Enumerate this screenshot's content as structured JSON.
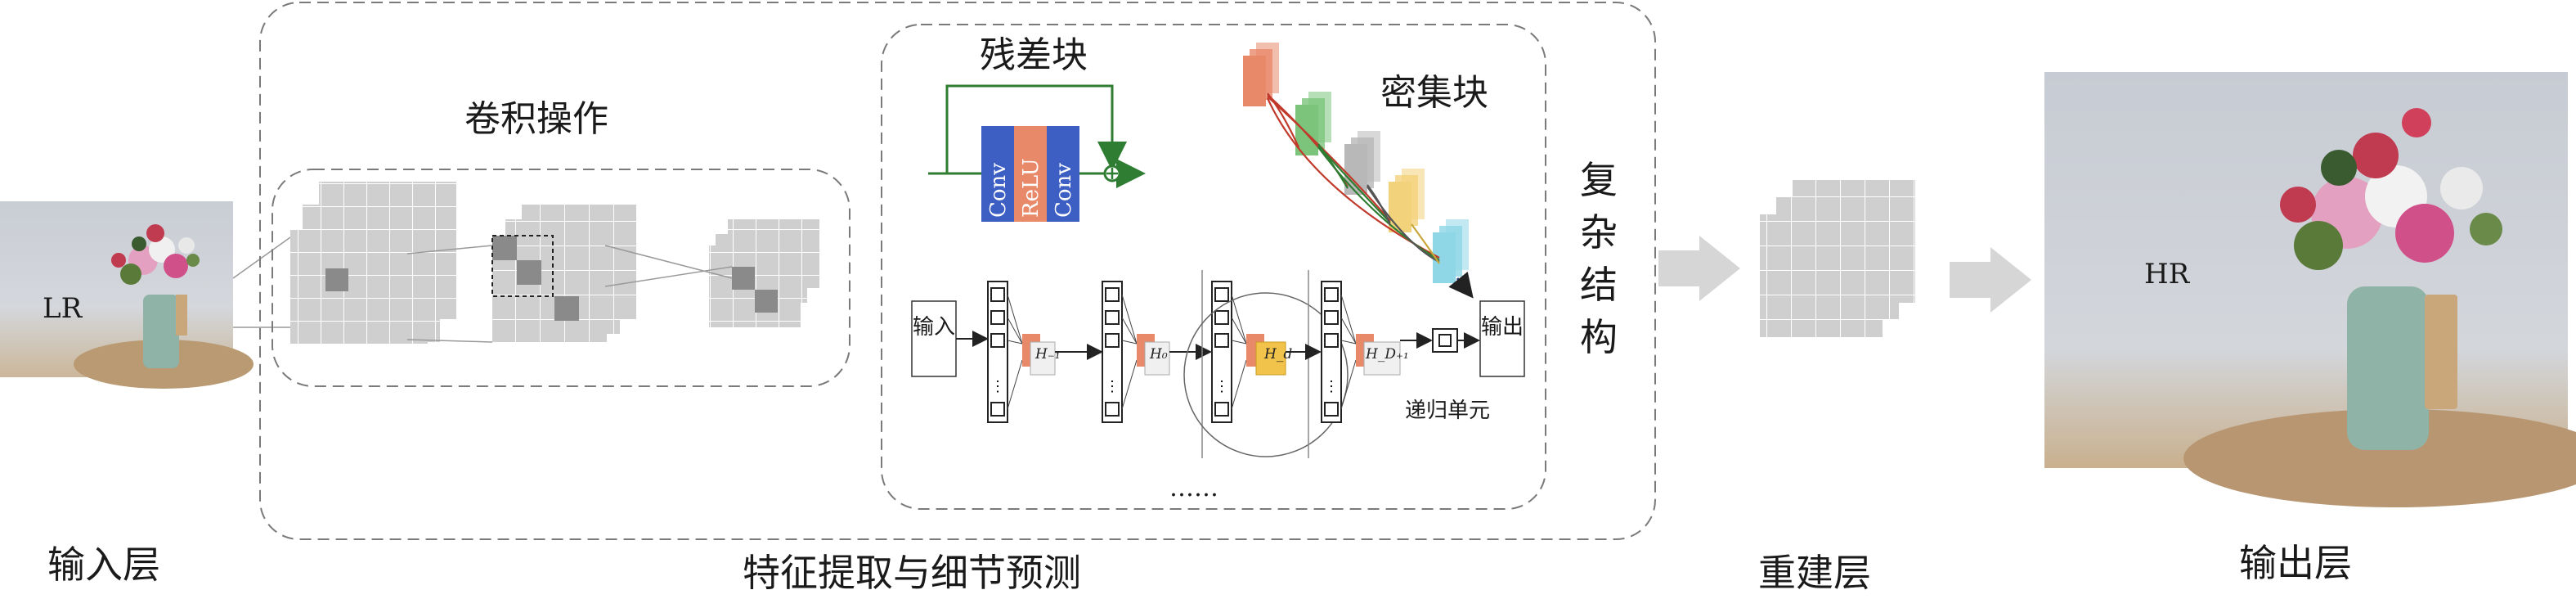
{
  "stages": {
    "input": "输入层",
    "feature": "特征提取与细节预测",
    "recon": "重建层",
    "output": "输出层"
  },
  "images": {
    "lr_label": "LR",
    "hr_label": "HR"
  },
  "conv_section": {
    "title": "卷积操作"
  },
  "residual": {
    "title": "残差块",
    "layers": [
      "Conv",
      "ReLU",
      "Conv"
    ],
    "colors": {
      "conv": "#3d5fc4",
      "relu": "#e8896a",
      "skip": "#2e7d32"
    }
  },
  "dense": {
    "title": "密集块",
    "block_colors": [
      "#e8896a",
      "#7cc47c",
      "#b8b8b8",
      "#f2d27a",
      "#8fd6e6"
    ]
  },
  "recursive": {
    "input": "输入",
    "output": "输出",
    "h_labels": [
      "H₋₁",
      "H₀",
      "H_d",
      "H_D₊₁"
    ],
    "caption": "递归单元",
    "ellipsis": "……"
  },
  "complex": {
    "chars": [
      "复",
      "杂",
      "结",
      "构"
    ]
  },
  "colors": {
    "grid": "#cdcdcd",
    "grid_line": "#ffffff",
    "dark_cell": "#8a8a8a",
    "arrow": "#d6d6d6"
  }
}
